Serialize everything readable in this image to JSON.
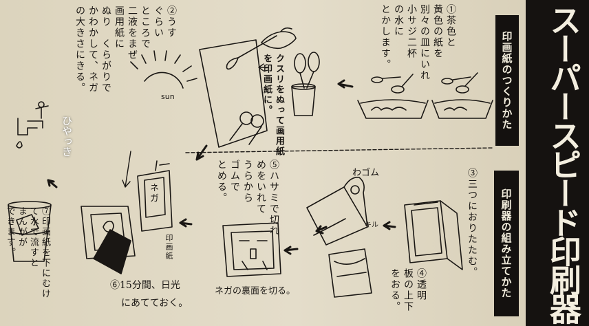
{
  "title": "スーパースピード印刷器",
  "sections": {
    "paper": "印画紙のつくりかた",
    "assembly": "印刷器の組み立てかた"
  },
  "steps": {
    "s1": "①茶色と\n黄色の紙を\n別々の皿にいれ\n小サジ二杯\nの水に\nとかします。",
    "s2": "②うす\nぐらい\nところで\n二液をまぜ\n画用紙に\nぬり　くらがりで\nかわかして、ネガ\nの大きさにきる。",
    "s3": "③三つにおりたたむ。",
    "s4": "④透明\n板の上下\nをおる。",
    "s5": "⑤ハサミで切れ\nめをいれて\nうらから\nゴムで\nとめる。",
    "s6_line1": "⑥15分間、日光",
    "s6_line2": "にあてておく。",
    "s7": "⑦印画紙を下にむけ\nて水で流すと\nまんがが\nできます。"
  },
  "labels": {
    "brush_note": "クスリをぬって画用紙\nを印画紙に。",
    "sun": "sun",
    "negative": "ネガ",
    "photo_paper": "印画紙",
    "rubber_band": "わゴム",
    "cut_label": "キル",
    "cut_back": "ネガの裏面を切る。"
  },
  "watermark": "ひやっき",
  "colors": {
    "paper": "#ded7c2",
    "ink": "#1a1714",
    "title_bg": "#151210",
    "title_text": "#f3eedf"
  }
}
